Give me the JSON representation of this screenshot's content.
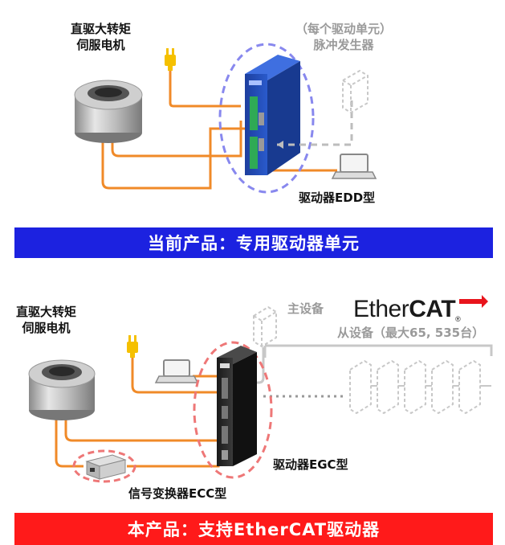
{
  "colors": {
    "banner_top": "#1c22e0",
    "banner_bottom": "#ff1a1a",
    "cable_orange": "#f08a28",
    "dashed_blue": "#8888ee",
    "dashed_red": "#ee7777",
    "gray_label": "#9a9a9a"
  },
  "top_section": {
    "motor_label_line1": "直驱大转矩",
    "motor_label_line2": "伺服电机",
    "pulse_label_line1": "（每个驱动单元）",
    "pulse_label_line2": "脉冲发生器",
    "driver_label": "驱动器EDD型",
    "banner_text": "当前产品：专用驱动器单元"
  },
  "bottom_section": {
    "motor_label_line1": "直驱大转矩",
    "motor_label_line2": "伺服电机",
    "master_label": "主设备",
    "ethercat_logo_text": "Ether",
    "ethercat_logo_bold": "CAT",
    "ethercat_logo_reg": "®",
    "slave_label": "从设备（最大65, 535台）",
    "driver_label": "驱动器EGC型",
    "converter_label": "信号变换器ECC型",
    "banner_text": "本产品：支持EtherCAT驱动器"
  }
}
